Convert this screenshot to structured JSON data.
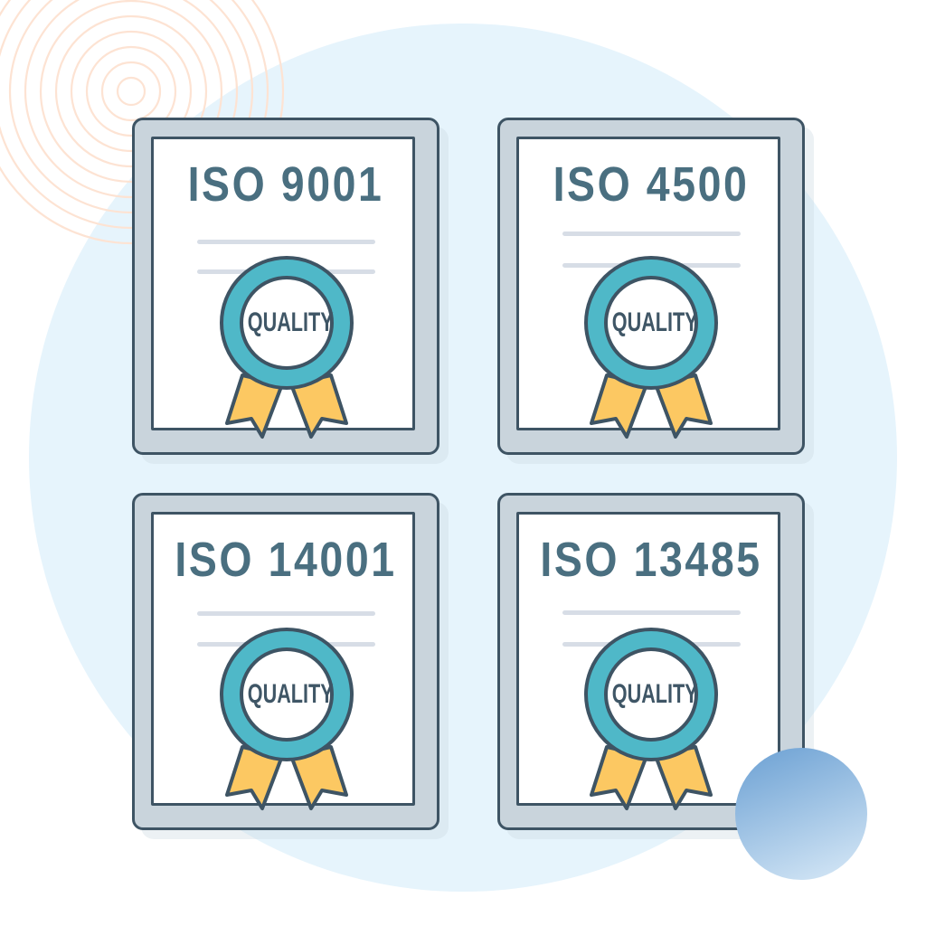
{
  "illustration": {
    "description": "Four ISO quality certificates with ribbon badges",
    "colors": {
      "background_circle": "#e6f4fc",
      "rings": "#fde3d3",
      "accent_dot_top": "#74a6d6",
      "accent_dot_bottom": "#cfe3f4",
      "frame": "#c9d4dc",
      "outline": "#3e5464",
      "title_text": "#4a6f80",
      "badge_ring": "#4fb8c8",
      "ribbon": "#fcc862",
      "line": "#d7dde6"
    }
  },
  "certificates": [
    {
      "title": "ISO 9001",
      "badge_label": "QUALITY"
    },
    {
      "title": "ISO 4500",
      "badge_label": "QUALITY"
    },
    {
      "title": "ISO 14001",
      "badge_label": "QUALITY"
    },
    {
      "title": "ISO 13485",
      "badge_label": "QUALITY"
    }
  ],
  "icons": {
    "badge": "award-ribbon-icon",
    "rings": "concentric-circles-decoration",
    "dot": "blue-circle-decoration"
  }
}
